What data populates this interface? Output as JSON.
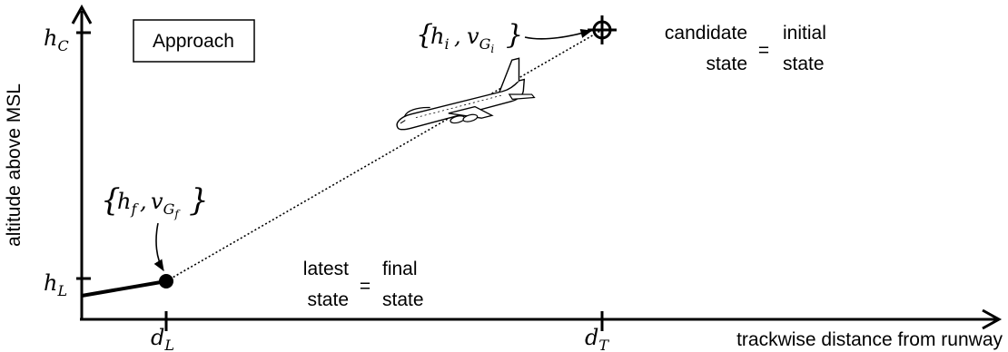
{
  "box_label": "Approach",
  "y_axis": {
    "label": "altitude above MSL",
    "ticks": {
      "hC": {
        "main": "h",
        "sub": "C"
      },
      "hL": {
        "main": "h",
        "sub": "L"
      }
    }
  },
  "x_axis": {
    "label": "trackwise distance from runway",
    "ticks": {
      "dL": {
        "main": "d",
        "sub": "L"
      },
      "dT": {
        "main": "d",
        "sub": "T"
      }
    }
  },
  "initial_tuple": {
    "open": "{",
    "h": "h",
    "h_sub": "i",
    "comma": ",",
    "v": "v",
    "v_sub": "G",
    "v_subsub": "i",
    "close": "}"
  },
  "final_tuple": {
    "open": "{",
    "h": "h",
    "h_sub": "f",
    "comma": ",",
    "v": "v",
    "v_sub": "G",
    "v_subsub": "f",
    "close": "}"
  },
  "candidate_eq": {
    "left_top": "candidate",
    "left_bottom": "state",
    "eq": "=",
    "right_top": "initial",
    "right_bottom": "state"
  },
  "latest_eq": {
    "left_top": "latest",
    "left_bottom": "state",
    "eq": "=",
    "right_top": "final",
    "right_bottom": "state"
  },
  "icons": {
    "airplane": "airplane-icon",
    "target": "crosshair-target-icon",
    "point": "final-state-point"
  }
}
